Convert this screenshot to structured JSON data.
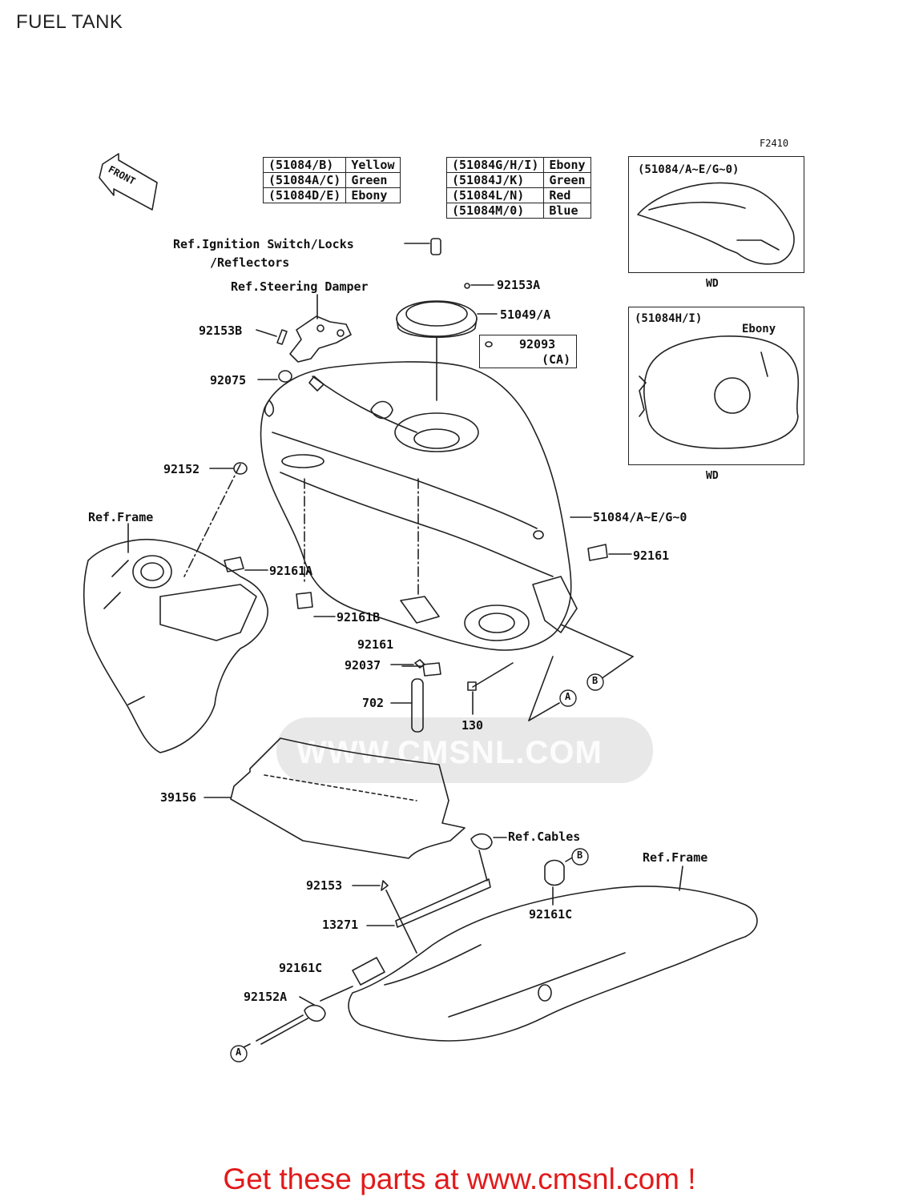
{
  "title": "FUEL TANK",
  "figure_code": "F2410",
  "front_label": "FRONT",
  "color_table_left": [
    [
      "(51084/B)",
      "Yellow"
    ],
    [
      "(51084A/C)",
      "Green"
    ],
    [
      "(51084D/E)",
      "Ebony"
    ]
  ],
  "color_table_right": [
    [
      "(51084G/H/I)",
      "Ebony"
    ],
    [
      "(51084J/K)",
      "Green"
    ],
    [
      "(51084L/N)",
      "Red"
    ],
    [
      "(51084M/0)",
      "Blue"
    ]
  ],
  "inset_top": {
    "label": "(51084/A~E/G~0)",
    "wd": "WD"
  },
  "inset_bottom": {
    "label": "(51084H/I)",
    "color": "Ebony",
    "wd": "WD"
  },
  "callouts": {
    "ref_ignition_1": "Ref.Ignition Switch/Locks",
    "ref_ignition_2": "/Reflectors",
    "ref_steering": "Ref.Steering Damper",
    "p92153A": "92153A",
    "p51049A": "51049/A",
    "p92093": "92093",
    "p92093_ca": "(CA)",
    "p92153B": "92153B",
    "p92075": "92075",
    "p92152": "92152",
    "ref_frame_top": "Ref.Frame",
    "p51084": "51084/A~E/G~0",
    "p92161": "92161",
    "p92161A": "92161A",
    "p92161B": "92161B",
    "p92161_mid": "92161",
    "p92037": "92037",
    "p702": "702",
    "p130": "130",
    "circ_A": "A",
    "circ_B": "B",
    "p39156": "39156",
    "ref_cables": "Ref.Cables",
    "ref_frame_bottom": "Ref.Frame",
    "p92153": "92153",
    "p13271": "13271",
    "p92161C_r": "92161C",
    "p92161C_l": "92161C",
    "p92152A": "92152A"
  },
  "watermark": "WWW.CMSNL.COM",
  "cta": "Get these parts at www.cmsnl.com !"
}
